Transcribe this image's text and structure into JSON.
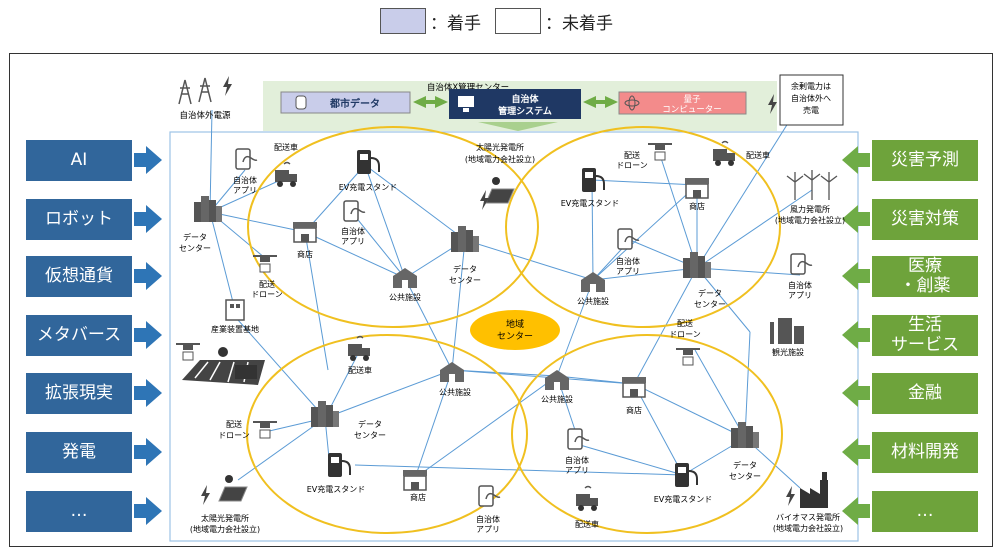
{
  "legend": [
    {
      "label": "：着手",
      "color": "#c9cdea"
    },
    {
      "label": "：未着手",
      "color": "#ffffff"
    }
  ],
  "left_categories": [
    "AI",
    "ロボット",
    "仮想通貨",
    "メタバース",
    "拡張現実",
    "発電",
    "…"
  ],
  "right_categories": [
    "災害予測",
    "災害対策",
    "医療\n・創薬",
    "生活\nサービス",
    "金融",
    "材料開発",
    "…"
  ],
  "mgmt": {
    "title": "自治体X管理センター",
    "city_data": "都市データ",
    "system_line1": "自治体",
    "system_line2": "管理システム",
    "quantum_line1": "量子",
    "quantum_line2": "コンピューター"
  },
  "labels": {
    "ext_power": "自治体外電源",
    "surplus_l1": "余剰電力は",
    "surplus_l2": "自治体外へ",
    "surplus_l3": "売電",
    "solar": "太陽光発電所",
    "local_power": "(地域電力会社設立)",
    "wind": "風力発電所",
    "biomass": "バイオマス発電所",
    "delivery_car": "配送車",
    "app_l1": "自治体",
    "app_l2": "アプリ",
    "ev": "EV充電スタンド",
    "dc_l1": "データ",
    "dc_l2": "センター",
    "shop": "商店",
    "public": "公共施設",
    "drone_l1": "配送",
    "drone_l2": "ドローン",
    "industry": "産業装置基地",
    "tourism": "観光施設",
    "region_l1": "地域",
    "region_l2": "センター"
  }
}
